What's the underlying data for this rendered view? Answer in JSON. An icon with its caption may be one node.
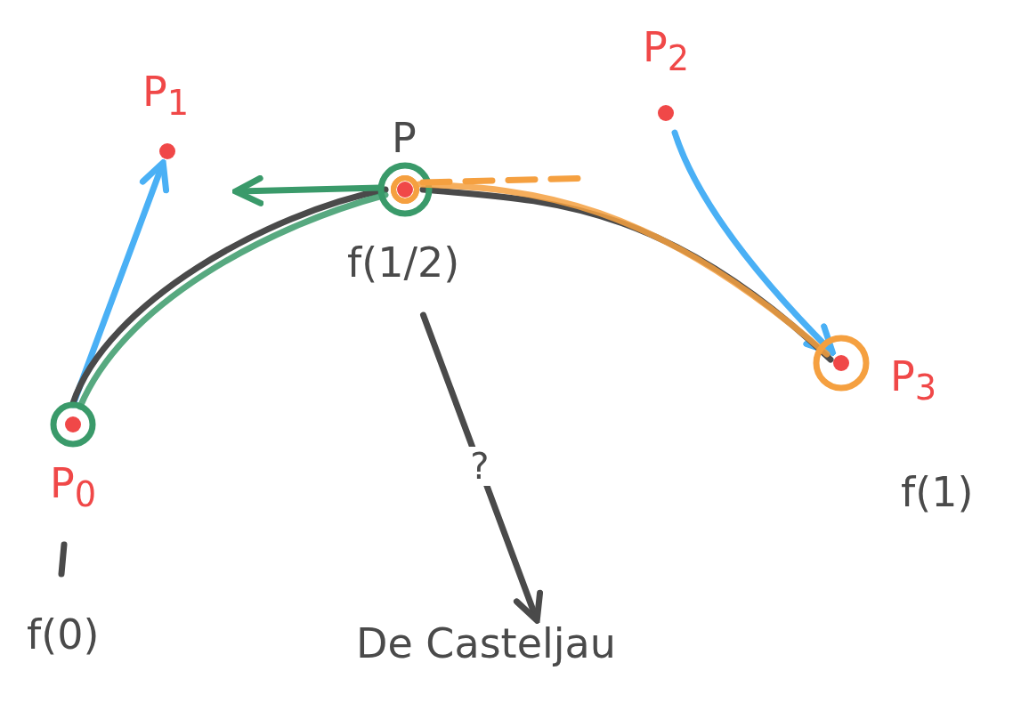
{
  "diagram": {
    "nodes": [
      {
        "text": [
          "P$_{1}$"
        ]
      },
      {
        "text": [
          "P$_{2}$"
        ]
      },
      {
        "text": [
          "P"
        ],
        "beside": [
          "f(1/2)"
        ]
      },
      {
        "text": [
          "P$_{0}$"
        ]
      },
      {
        "text": [
          "P$_{3}$"
        ],
        "beside": [
          "f(1)"
        ]
      },
      {
        "text": [
          "De Casteljau"
        ]
      }
    ],
    "edges": [
      {
        "from": 3,
        "to": 0,
        "arrow": "to",
        "color": "#4ab0f5"
      },
      {
        "from": 1,
        "to": 4,
        "arrow": "to",
        "color": "#4ab0f5"
      },
      {
        "from": 3,
        "to": 2,
        "arrow": "none"
      },
      {
        "from": 2,
        "to": 4,
        "arrow": "none"
      },
      {
        "from": 3,
        "to": 2,
        "arrow": "other",
        "color": "#3a9a6a"
      },
      {
        "from": 2,
        "to": 4,
        "arrow": "other",
        "color": "#f5a040"
      },
      {
        "from": 2,
        "to": null,
        "arrow": "to",
        "color": "#3a9a6a"
      },
      {
        "from": 2,
        "to": null,
        "arrow": "other",
        "style": "dashed",
        "color": "#f5a040"
      },
      {
        "from": 2,
        "to": 5,
        "arrow": "to",
        "label": "?"
      }
    ],
    "labels": [
      "f(0)"
    ]
  }
}
